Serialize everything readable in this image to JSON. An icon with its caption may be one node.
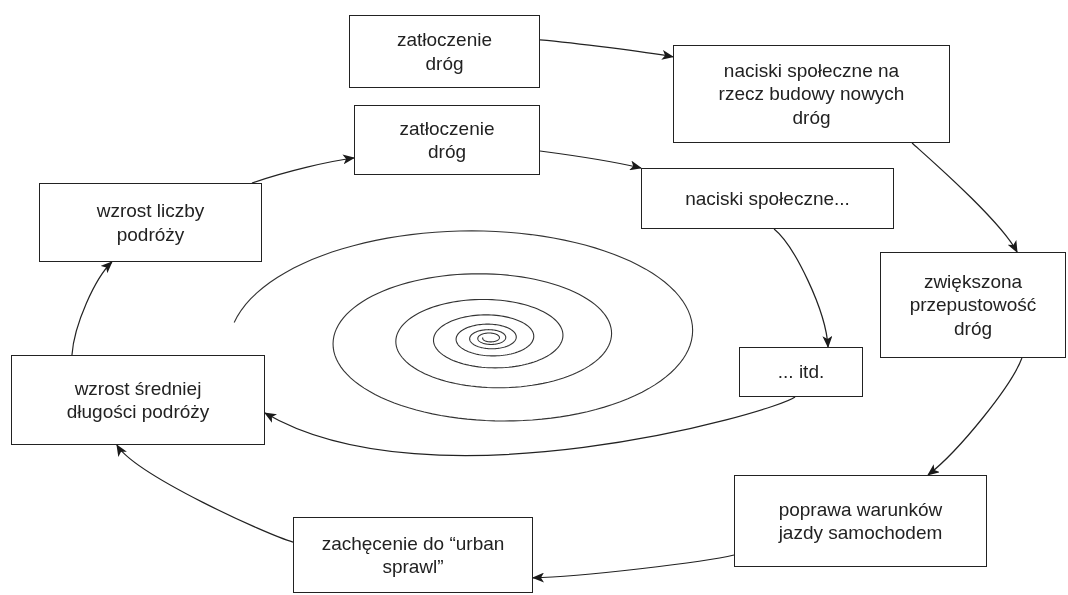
{
  "diagram": {
    "nodes": [
      {
        "text": [
          "zatłoczenie dróg"
        ]
      },
      {
        "text": [
          "naciski społeczne na rzecz budowy nowych dróg"
        ]
      },
      {
        "text": [
          "zwiększona przepustowość dróg"
        ]
      },
      {
        "text": [
          "poprawa warunków jazdy samochodem"
        ]
      },
      {
        "text": [
          "zachęcenie do “urban sprawl”"
        ]
      },
      {
        "text": [
          "wzrost średniej długości podróży"
        ]
      },
      {
        "text": [
          "wzrost liczby podróży"
        ]
      },
      {
        "text": [
          "zatłoczenie dróg"
        ]
      },
      {
        "text": [
          "naciski społeczne..."
        ]
      },
      {
        "text": [
          "... itd."
        ]
      }
    ],
    "edges": [
      {
        "from": 0,
        "to": 1,
        "arrow": "to"
      },
      {
        "from": 1,
        "to": 2,
        "arrow": "to"
      },
      {
        "from": 2,
        "to": 3,
        "arrow": "to"
      },
      {
        "from": 3,
        "to": 4,
        "arrow": "to"
      },
      {
        "from": 4,
        "to": 5,
        "arrow": "to"
      },
      {
        "from": 5,
        "to": 6,
        "arrow": "to"
      },
      {
        "from": 6,
        "to": 7,
        "arrow": "to"
      },
      {
        "from": 7,
        "to": 8,
        "arrow": "to"
      },
      {
        "from": 8,
        "to": 9,
        "arrow": "to"
      },
      {
        "from": 9,
        "to": 5,
        "arrow": "to"
      }
    ]
  }
}
